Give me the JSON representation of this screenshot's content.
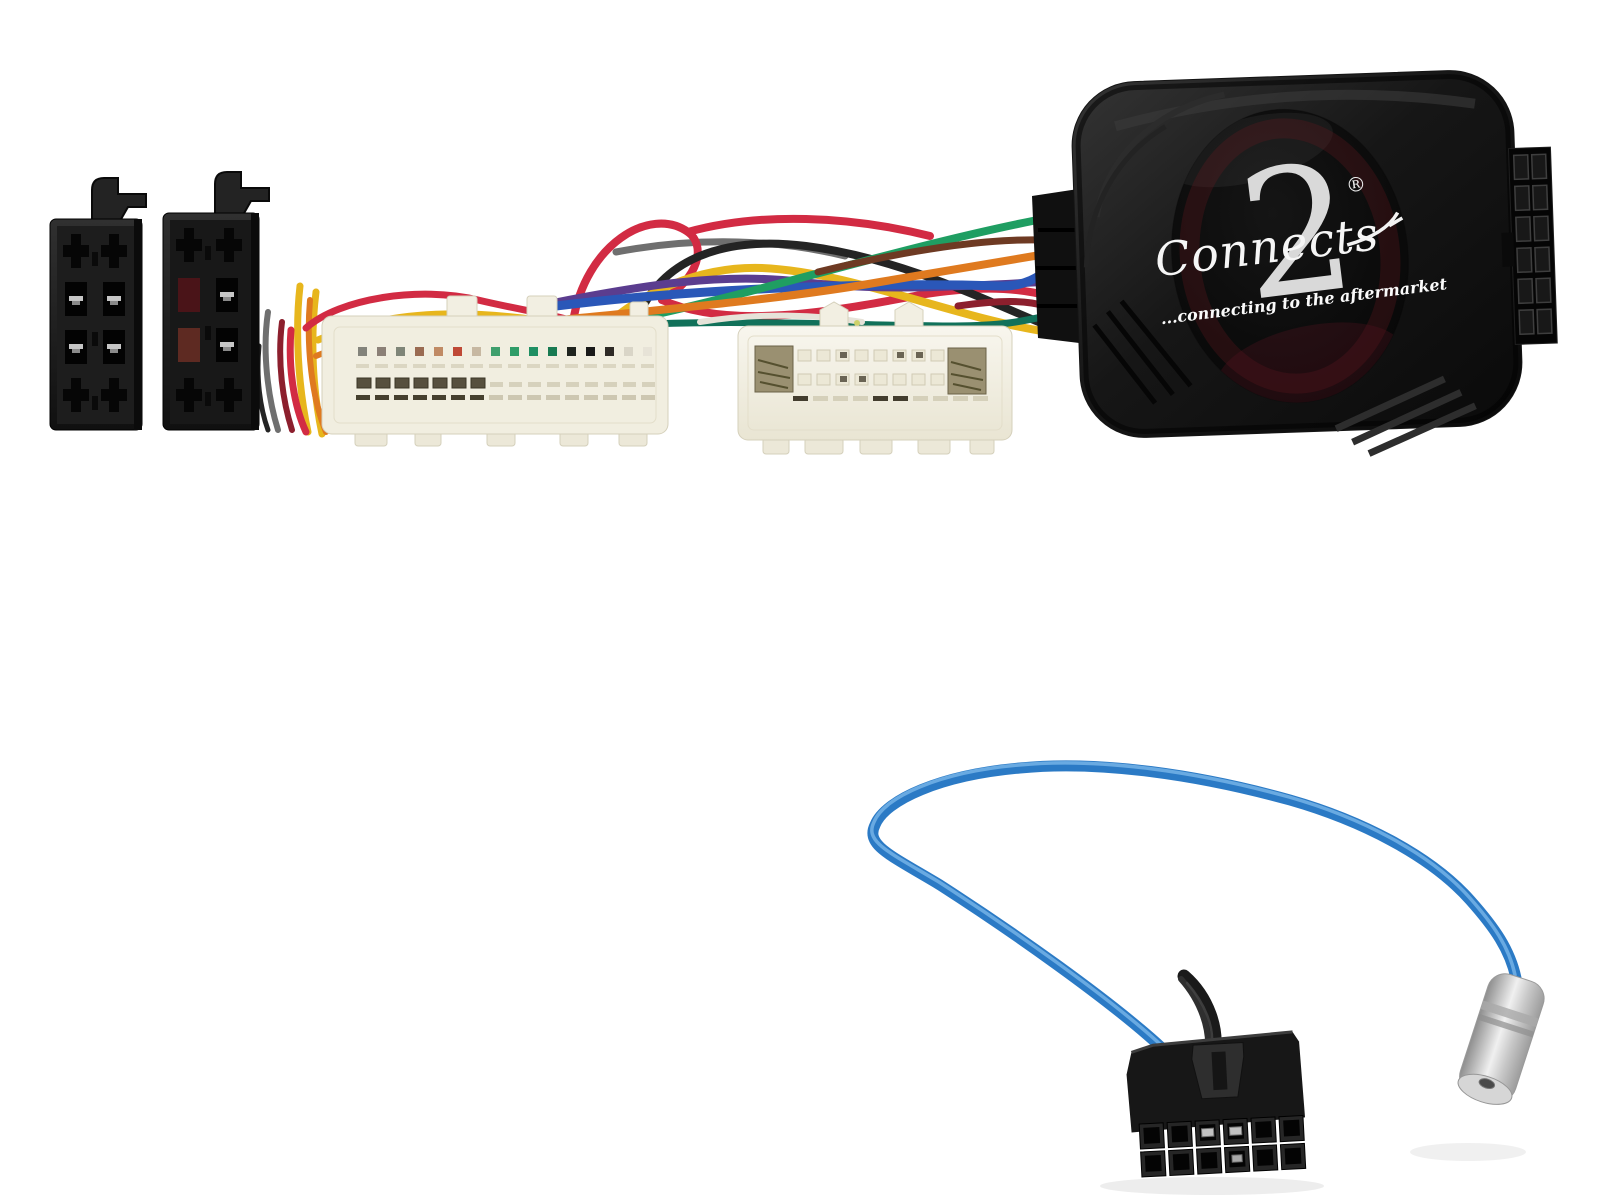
{
  "photo": {
    "background": "#ffffff",
    "brand": {
      "script": "Connects",
      "numeral": "2",
      "registered": "®",
      "tagline": "...connecting to the aftermarket",
      "logo_color": "#f2f2f2",
      "label_color": "#0b0b0b",
      "label_sheen": "#6d1822"
    },
    "parts": {
      "iso_plug_color": "#1d1d1d",
      "iso_pin_metal": "#c6c6c6",
      "vehicle_plug_color": "#f1eee0",
      "vehicle_slot_color": "#dbd6c2",
      "vehicle_terminal_color": "#57503e",
      "interface_box_color": "#141414",
      "socket_cell_color": "#181818",
      "patch_plug_color": "#171717",
      "patch_contact_color": "#c2c2c2",
      "antenna_cable_color": "#2b7ac5",
      "antenna_cable_highlight": "#79b7e8",
      "antenna_plug_color": "#d6d6d6"
    },
    "plug_a_pins": [
      "#83837b",
      "#8b8077",
      "#7f8578",
      "#9a6b52",
      "#c08a64",
      "#bf4936",
      "#c7b8a2",
      "#3f9f6d",
      "#2f9c68",
      "#1f8f63",
      "#187a52",
      "#20241f",
      "#191919",
      "#2e2a26",
      "#d9d5c7",
      "#e7e3d7"
    ],
    "wire_palette": [
      "#d22b43",
      "#e7b61d",
      "#df7a1f",
      "#2a57b8",
      "#5b3d8f",
      "#1f9e62",
      "#11715a",
      "#242424",
      "#6e3a23",
      "#8c1f2d",
      "#6f6f6f",
      "#e6e3d9"
    ]
  }
}
